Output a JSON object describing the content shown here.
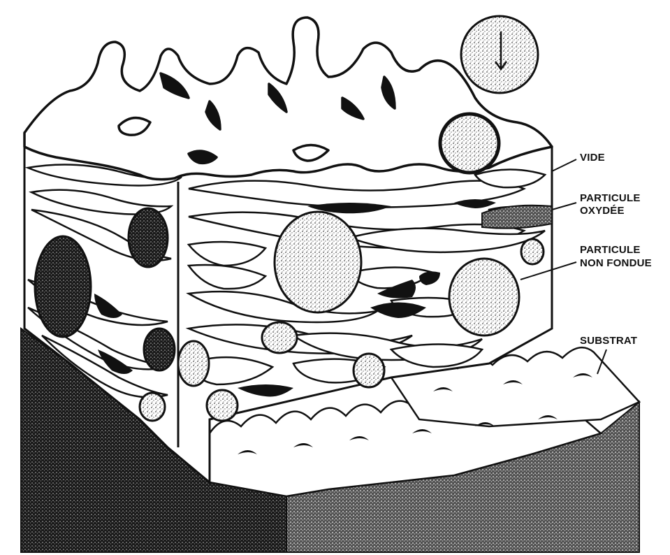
{
  "labels": {
    "vide": "VIDE",
    "particule_oxydee_line1": "PARTICULE",
    "particule_oxydee_line2": "OXYDÉE",
    "particule_non_fondue_line1": "PARTICULE",
    "particule_non_fondue_line2": "NON FONDUE",
    "substrat": "SUBSTRAT"
  },
  "icons": {
    "impact_arrow": "down-arrow-icon"
  },
  "colors": {
    "ink": "#111111",
    "paper": "#ffffff",
    "stipple": "#9a9a9a"
  }
}
